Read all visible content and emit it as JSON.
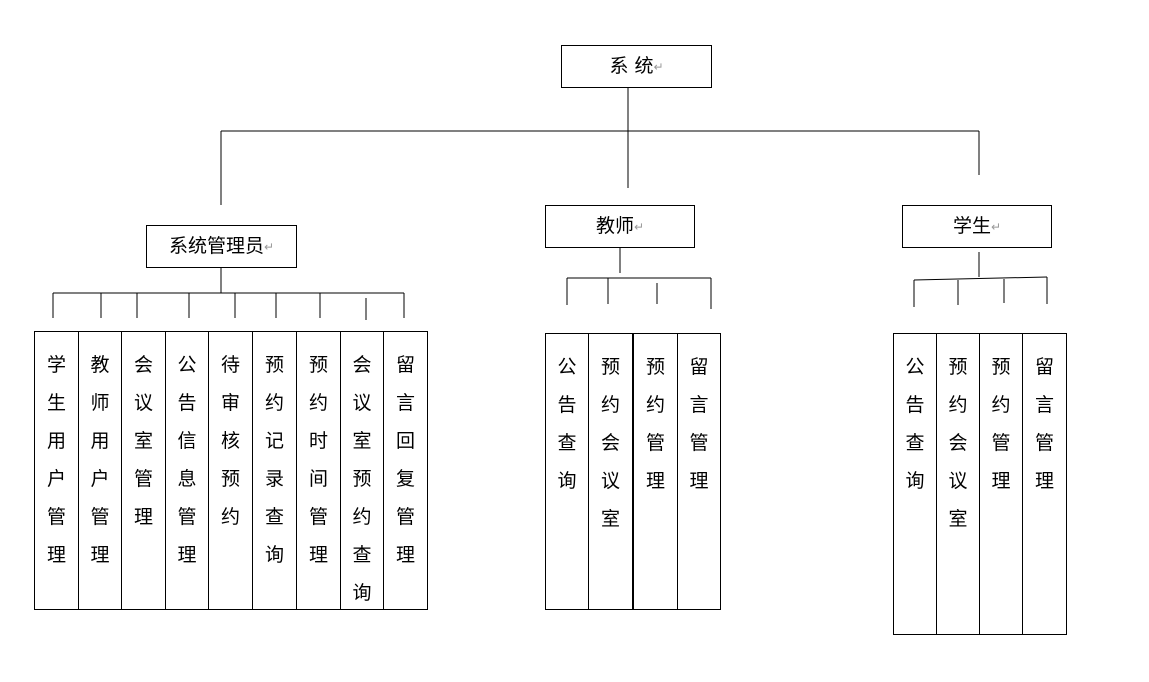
{
  "root": {
    "label": "系 统"
  },
  "groups": [
    {
      "label": "系统管理员",
      "items": [
        "学生用户管理",
        "教师用户管理",
        "会议室管理",
        "公告信息管理",
        "待审核预约",
        "预约记录查询",
        "预约时间管理",
        "会议室预约查询",
        "留言回复管理"
      ]
    },
    {
      "label": "教师",
      "items": [
        "公告查询",
        "预约会议室",
        "预约管理",
        "留言管理"
      ]
    },
    {
      "label": "学生",
      "items": [
        "公告查询",
        "预约会议室",
        "预约管理",
        "留言管理"
      ]
    }
  ],
  "return_mark": "↵"
}
